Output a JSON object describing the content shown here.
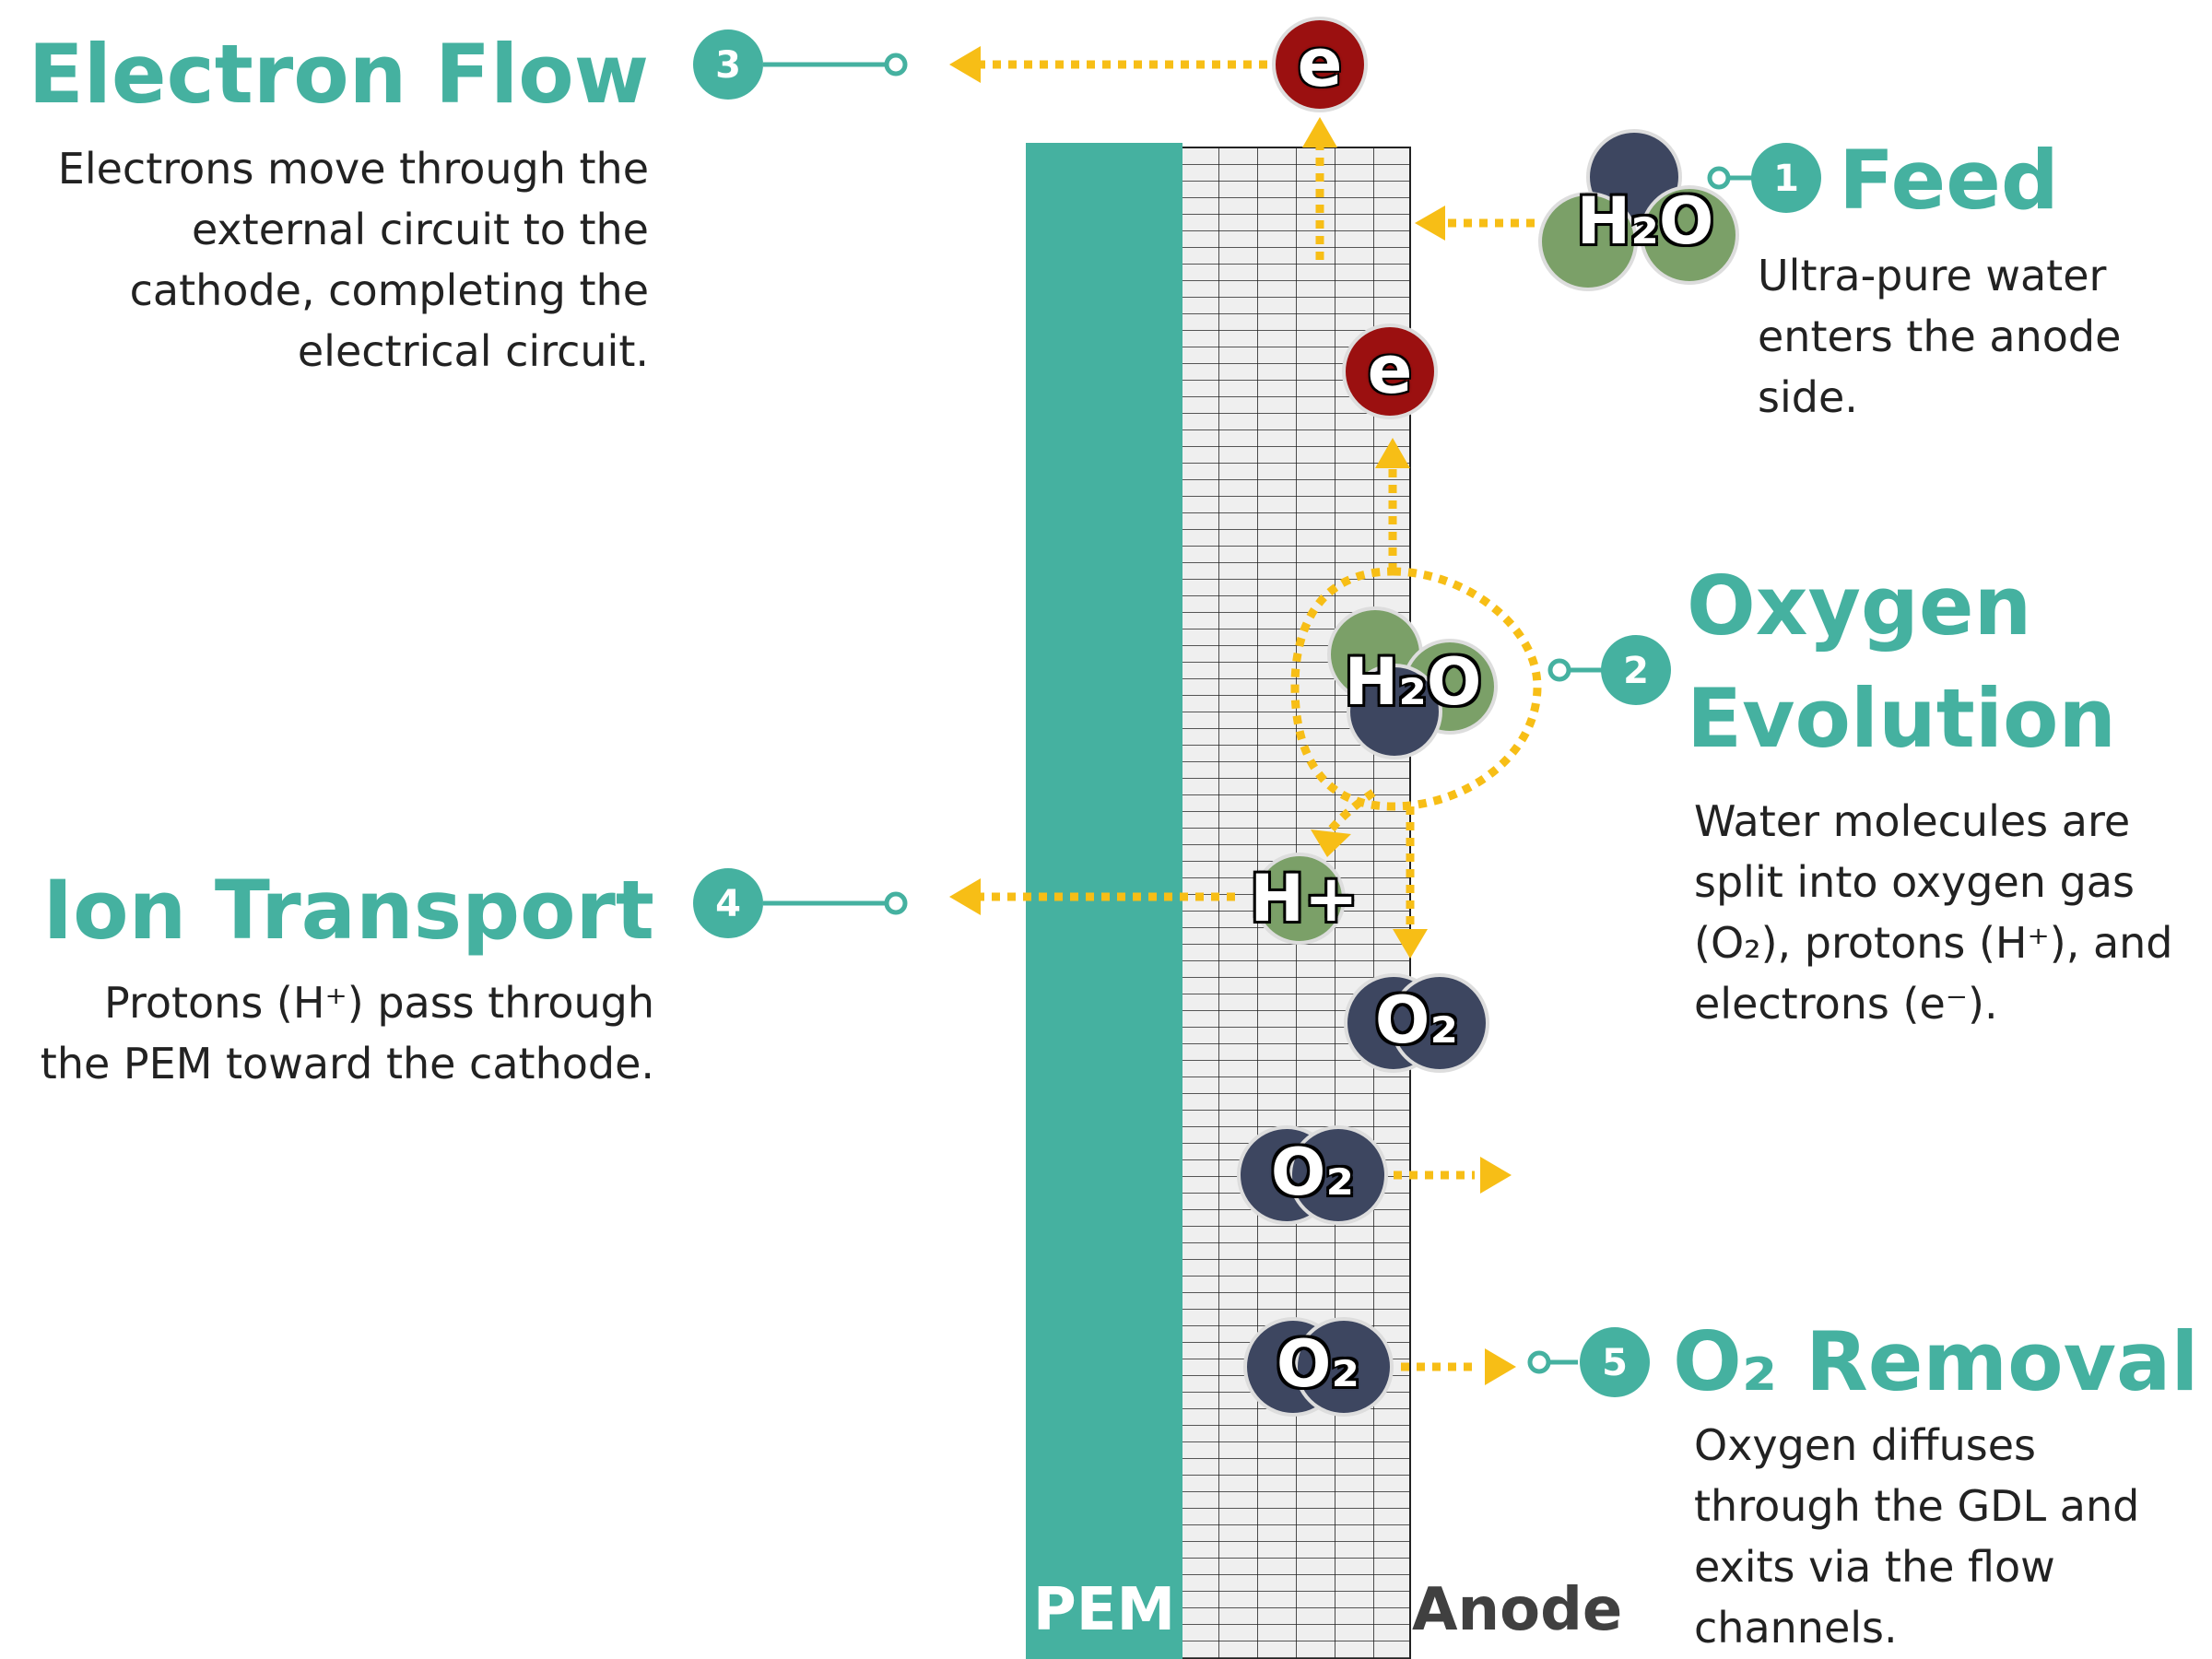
{
  "colors": {
    "teal": "#45B1A0",
    "arrow": "#F7BE16",
    "electron": "#9B1010",
    "oxygen_atom": "#3D4660",
    "hydrogen_atom": "#7BA068",
    "grid_bg": "#EFEFEF",
    "text": "#222222",
    "anode_label": "#404040"
  },
  "layers": {
    "pem_label": "PEM",
    "anode_label": "Anode"
  },
  "molecules": {
    "water": "H₂O",
    "oxygen": "O₂",
    "proton": "H+",
    "electron": "e"
  },
  "steps": [
    {
      "number": "1",
      "title": "Feed",
      "description": "Ultra-pure water enters the anode side."
    },
    {
      "number": "2",
      "title_line1": "Oxygen",
      "title_line2": "Evolution",
      "description": "Water molecules are split into oxygen gas (O₂), protons (H⁺), and electrons (e⁻)."
    },
    {
      "number": "3",
      "title": "Electron Flow",
      "description": "Electrons move through the external circuit to the cathode, completing the electrical circuit."
    },
    {
      "number": "4",
      "title": "Ion Transport",
      "description": "Protons (H⁺) pass through the PEM toward the cathode."
    },
    {
      "number": "5",
      "title": "O₂ Removal",
      "description": "Oxygen diffuses through the GDL and exits via the flow channels."
    }
  ]
}
